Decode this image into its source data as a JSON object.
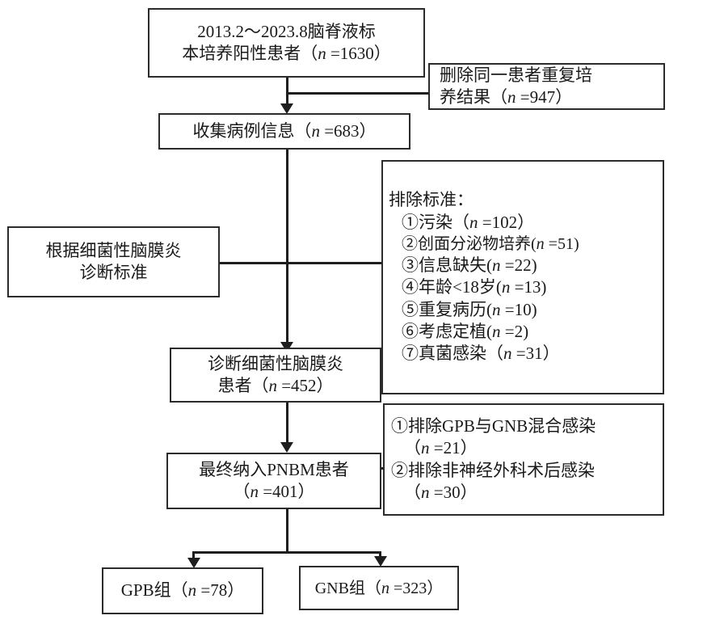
{
  "diagram": {
    "title": "Flow diagram of patient selection for post-neurosurgical bacterial meningitis study",
    "type": "flowchart",
    "variable_symbol": "n"
  },
  "nodes": {
    "source_cohort": {
      "id": "source-cohort",
      "lines": [
        "2013.2～2023.8脑脊液标",
        "本培养阳性患者（n =1630）"
      ],
      "count": 1630
    },
    "remove_duplicates": {
      "id": "remove-duplicate-cultures",
      "lines": [
        "删除同一患者重复培",
        "养结果（n =947）"
      ],
      "count": 947
    },
    "collect_records": {
      "id": "collect-case-information",
      "lines": [
        "收集病例信息（n =683）"
      ],
      "count": 683
    },
    "diagnostic_criteria": {
      "id": "bacterial-meningitis-criteria",
      "lines": [
        "根据细菌性脑膜炎",
        "诊断标准"
      ]
    },
    "exclusion_criteria": {
      "id": "exclusion-criteria",
      "heading": "排除标准：",
      "items": [
        "①污染（n =102）",
        "②创面分泌物培养(n =51)",
        "③信息缺失(n =22)",
        "④年龄<18岁(n =13)",
        "⑤重复病历(n =10)",
        "⑥考虑定植(n =2)",
        "⑦真菌感染（n =31）"
      ],
      "counts": [
        102,
        51,
        22,
        13,
        10,
        2,
        31
      ]
    },
    "diagnosed_bm": {
      "id": "diagnosed-bacterial-meningitis",
      "lines": [
        "诊断细菌性脑膜炎",
        "患者（n =452）"
      ],
      "count": 452
    },
    "second_exclusions": {
      "id": "secondary-exclusions",
      "items": [
        "①排除GPB与GNB混合感染",
        "（n =21）",
        "②排除非神经外科术后感染",
        "（n =30）"
      ],
      "counts": [
        21,
        30
      ]
    },
    "final_cohort": {
      "id": "final-pnbm-cohort",
      "lines": [
        "最终纳入PNBM患者",
        "（n =401）"
      ],
      "count": 401
    },
    "gpb_group": {
      "id": "gpb-group",
      "lines": [
        "GPB组（n =78）"
      ],
      "count": 78
    },
    "gnb_group": {
      "id": "gnb-group",
      "lines": [
        "GNB组（n =323）"
      ],
      "count": 323
    }
  },
  "colors": {
    "stroke": "#2b2b2b",
    "connector": "#1e1e1e",
    "background": "#ffffff",
    "text": "#1a1a1a"
  }
}
